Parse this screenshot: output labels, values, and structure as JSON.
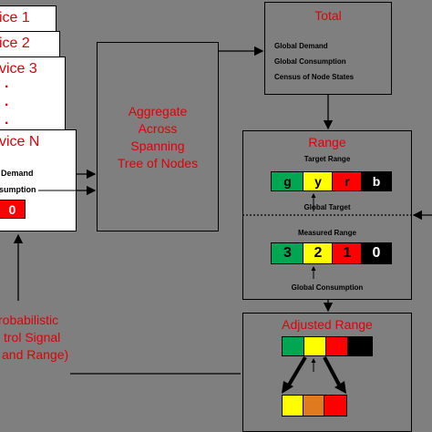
{
  "devices": {
    "device1": "ice 1",
    "device2": "ice 2",
    "device3": "vice 3",
    "dots": ".",
    "deviceN": "vice N",
    "demand": "Demand",
    "consumption": "sumption",
    "value": "0"
  },
  "aggregate": {
    "line1": "Aggregate",
    "line2": "Across",
    "line3": "Spanning",
    "line4": "Tree of Nodes"
  },
  "total": {
    "title": "Total",
    "items": [
      "Global Demand",
      "Global Consumption",
      "Census of Node States"
    ]
  },
  "range": {
    "title": "Range",
    "target_label": "Target Range",
    "target_cells": [
      "g",
      "y",
      "r",
      "b"
    ],
    "global_target": "Global Target",
    "measured_label": "Measured Range",
    "measured_cells": [
      "3",
      "2",
      "1",
      "0"
    ],
    "global_consumption": "Global Consumption"
  },
  "adjusted": {
    "title": "Adjusted Range"
  },
  "signal": {
    "line1": "robabilistic",
    "line2": "trol Signal",
    "line3": "and Range)"
  },
  "colors": {
    "green": "#00a651",
    "yellow": "#ffff00",
    "red": "#ff0000",
    "black": "#000000",
    "orange": "#e07a1f",
    "title_red": "#e0000a"
  }
}
